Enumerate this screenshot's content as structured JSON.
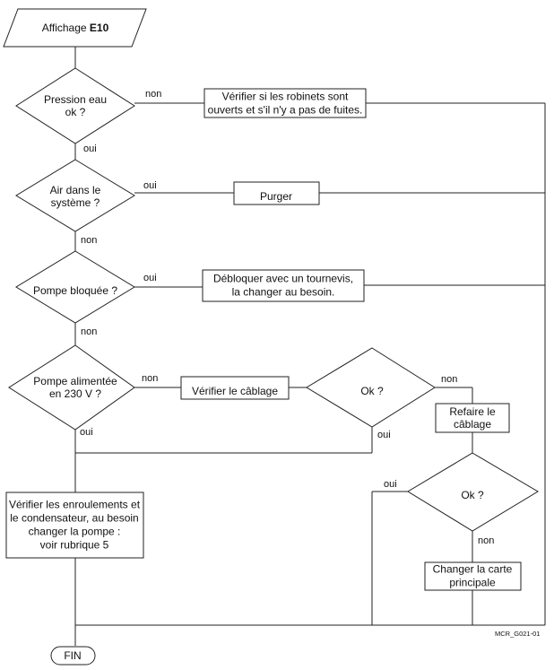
{
  "start": {
    "prefix": "Affichage ",
    "code": "E10"
  },
  "decisions": {
    "pression": [
      "Pression eau",
      "ok ?"
    ],
    "air": [
      "Air dans le",
      "système ?"
    ],
    "pompe_bloquee": [
      "Pompe bloquée ?"
    ],
    "pompe_alimentee": [
      "Pompe alimentée",
      "en 230 V ?"
    ],
    "ok1": [
      "Ok ?"
    ],
    "ok2": [
      "Ok ?"
    ]
  },
  "actions": {
    "robinets": [
      "Vérifier si les robinets sont",
      "ouverts et s'il n'y a pas de fuites."
    ],
    "purger": [
      "Purger"
    ],
    "debloquer": [
      "Débloquer avec un tournevis,",
      "la changer au besoin."
    ],
    "cablage": [
      "Vérifier le câblage"
    ],
    "refaire": [
      "Refaire le",
      "câblage"
    ],
    "changer_carte": [
      "Changer la carte",
      "principale"
    ],
    "enroulements": [
      "Vérifier les enroulements et",
      "le condensateur, au besoin",
      "changer la pompe :",
      "voir rubrique 5"
    ]
  },
  "end": "FIN",
  "edges": {
    "pression_non": "non",
    "pression_oui": "oui",
    "air_oui": "oui",
    "air_non": "non",
    "bloquee_oui": "oui",
    "bloquee_non": "non",
    "alimentee_non": "non",
    "alimentee_oui": "oui",
    "ok1_non": "non",
    "ok1_oui": "oui",
    "ok2_oui": "oui",
    "ok2_non": "non"
  },
  "reference": "MCR_G021-01"
}
